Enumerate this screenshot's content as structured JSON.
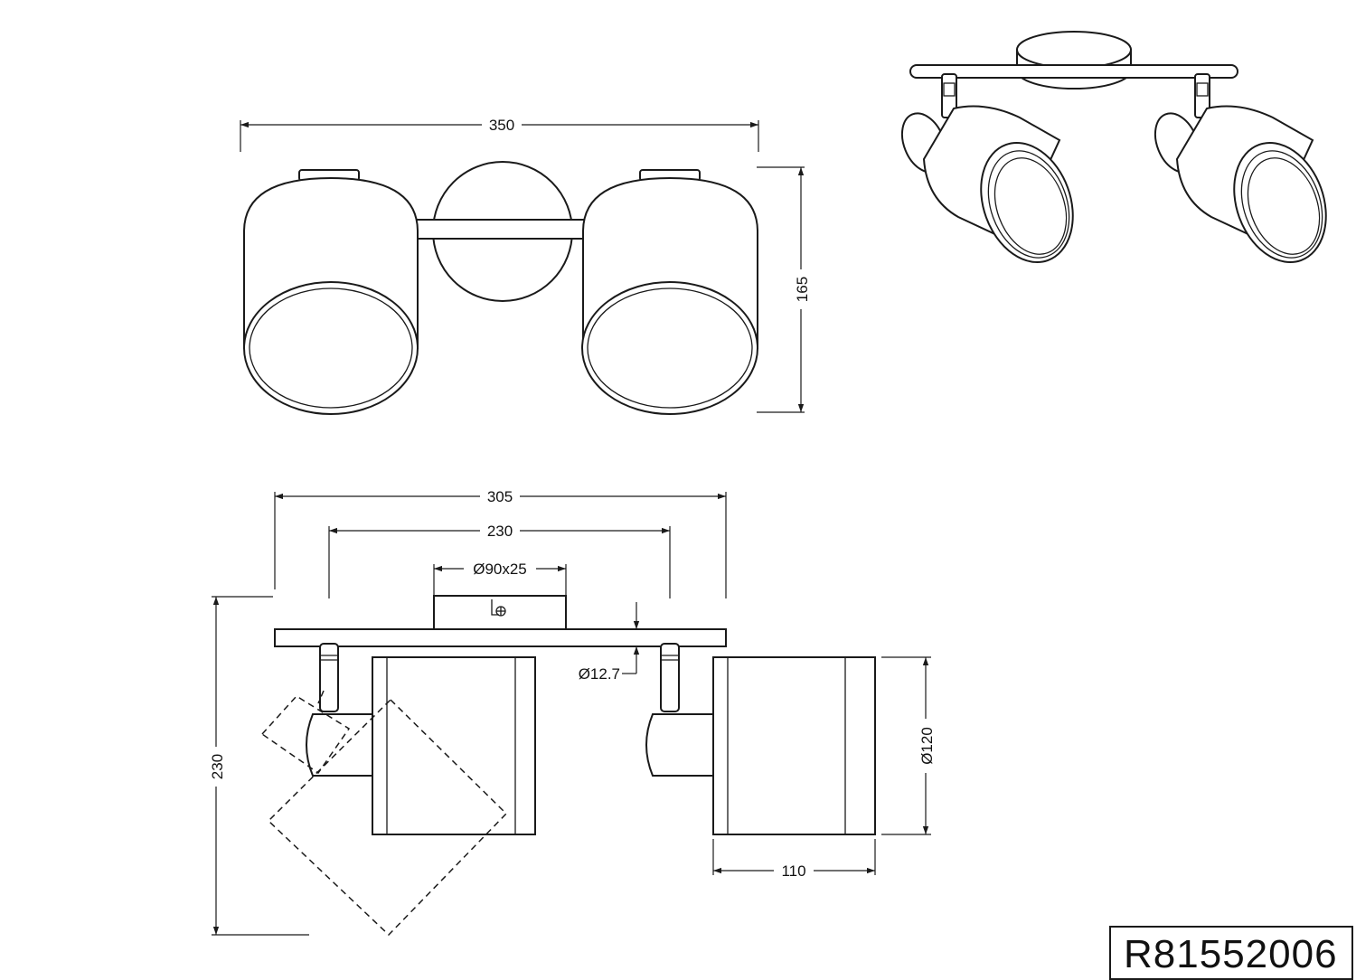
{
  "dimensions": {
    "top_width": "350",
    "top_height": "165",
    "side_total_width": "305",
    "side_spot_spacing": "230",
    "canopy": "Ø90x25",
    "rod": "Ø12.7",
    "shade_diameter": "Ø120",
    "shade_depth": "110",
    "side_height": "230"
  },
  "product_code": "R81552006"
}
